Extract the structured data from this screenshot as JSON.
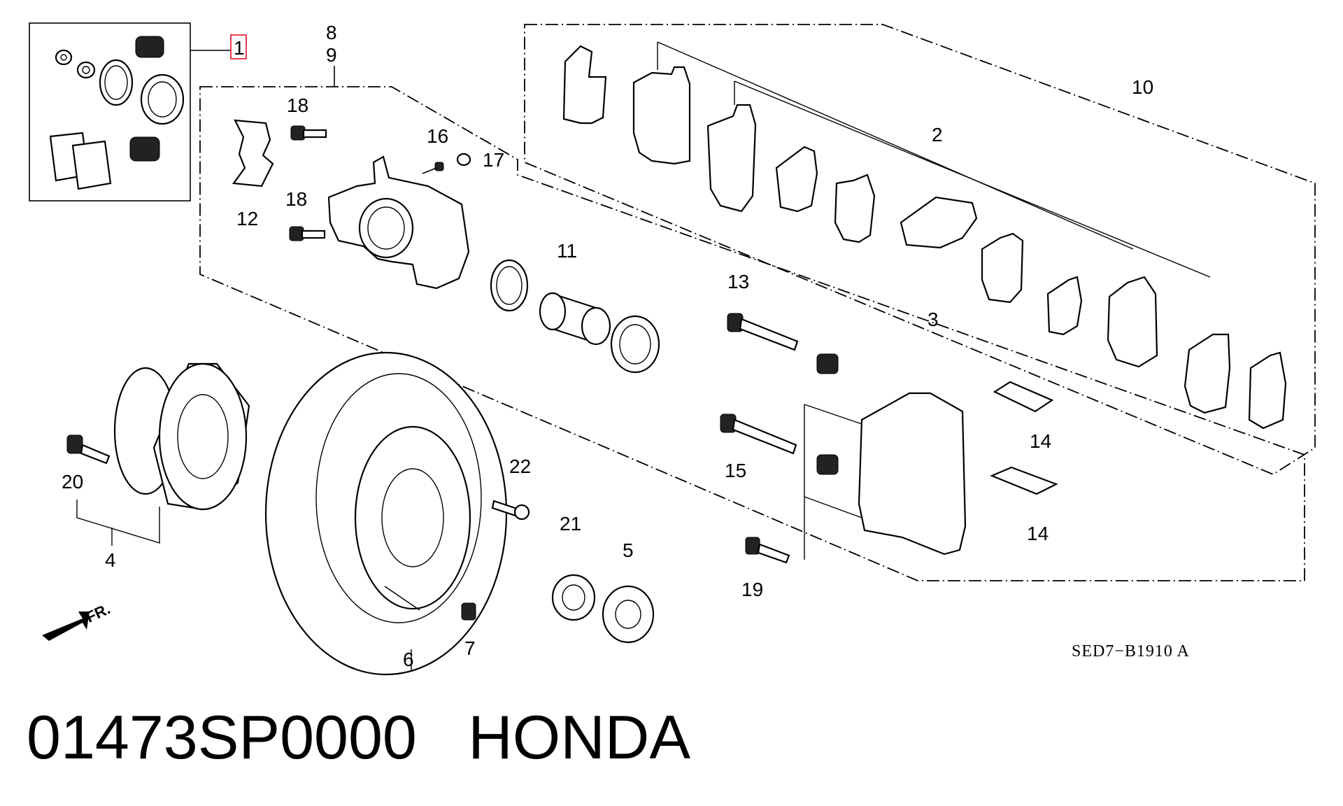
{
  "diagram": {
    "callouts": {
      "c1": "1",
      "c2": "2",
      "c3": "3",
      "c4": "4",
      "c5": "5",
      "c6": "6",
      "c7": "7",
      "c8": "8",
      "c9": "9",
      "c10": "10",
      "c11": "11",
      "c12": "12",
      "c13": "13",
      "c14a": "14",
      "c14b": "14",
      "c15": "15",
      "c16": "16",
      "c17": "17",
      "c18a": "18",
      "c18b": "18",
      "c19": "19",
      "c20": "20",
      "c21": "21",
      "c22": "22"
    },
    "drawing_code": "SED7−B1910 A",
    "highlight_color": "#e8283c"
  },
  "caption": {
    "text": "01473SP0000   HONDA"
  }
}
